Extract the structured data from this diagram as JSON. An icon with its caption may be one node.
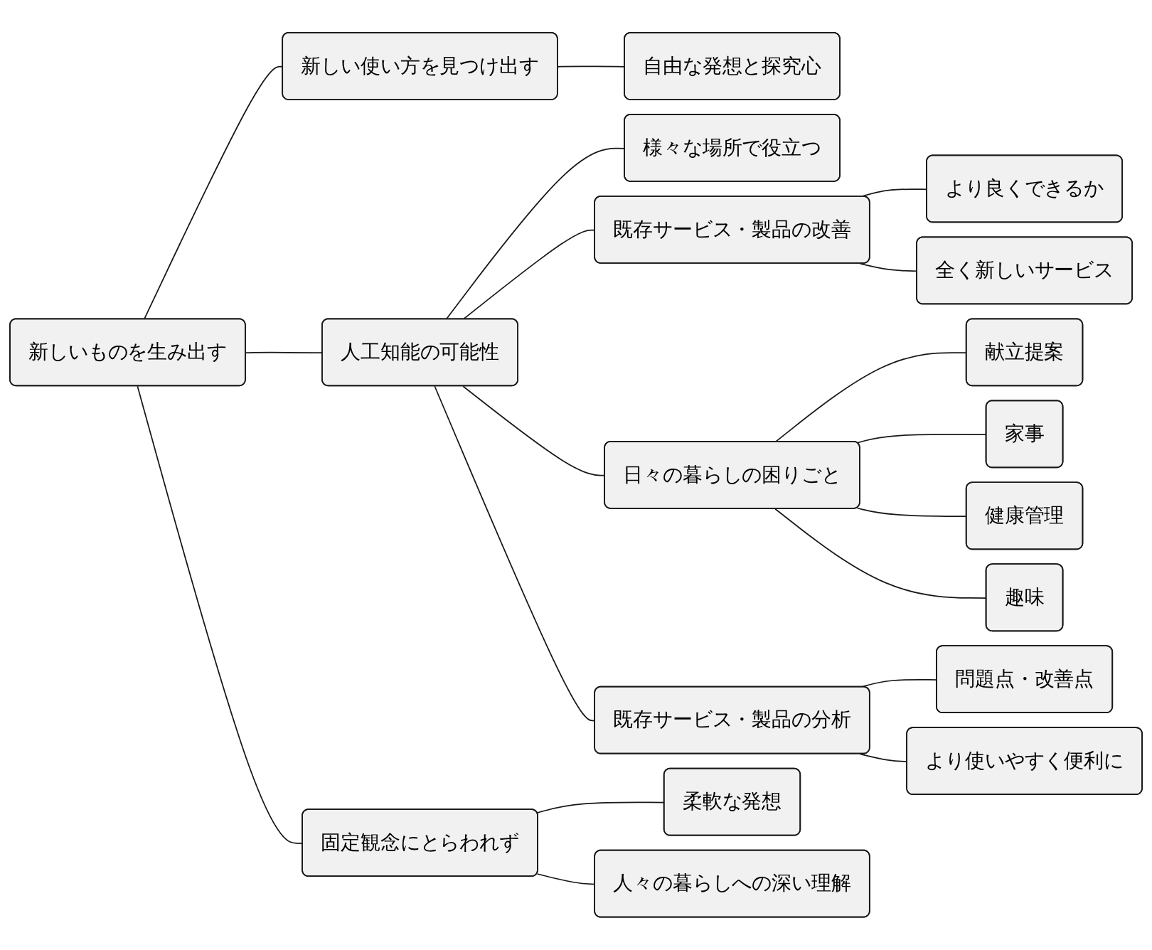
{
  "diagram": {
    "nodes": [
      {
        "text": [
          "新しいものを生み出す"
        ]
      },
      {
        "text": [
          "新しい使い方を見つけ出す"
        ]
      },
      {
        "text": [
          "自由な発想と探究心"
        ]
      },
      {
        "text": [
          "人工知能の可能性"
        ]
      },
      {
        "text": [
          "様々な場所で役立つ"
        ]
      },
      {
        "text": [
          "既存サービス・製品の改善"
        ]
      },
      {
        "text": [
          "より良くできるか"
        ]
      },
      {
        "text": [
          "全く新しいサービス"
        ]
      },
      {
        "text": [
          "日々の暮らしの困りごと"
        ]
      },
      {
        "text": [
          "献立提案"
        ]
      },
      {
        "text": [
          "家事"
        ]
      },
      {
        "text": [
          "健康管理"
        ]
      },
      {
        "text": [
          "趣味"
        ]
      },
      {
        "text": [
          "既存サービス・製品の分析"
        ]
      },
      {
        "text": [
          "問題点・改善点"
        ]
      },
      {
        "text": [
          "より使いやすく便利に"
        ]
      },
      {
        "text": [
          "固定観念にとらわれず"
        ]
      },
      {
        "text": [
          "柔軟な発想"
        ]
      },
      {
        "text": [
          "人々の暮らしへの深い理解"
        ]
      }
    ],
    "edges": [
      {
        "from": 0,
        "to": 1,
        "arrow": "none"
      },
      {
        "from": 1,
        "to": 2,
        "arrow": "none"
      },
      {
        "from": 0,
        "to": 3,
        "arrow": "none"
      },
      {
        "from": 3,
        "to": 4,
        "arrow": "none"
      },
      {
        "from": 3,
        "to": 5,
        "arrow": "none"
      },
      {
        "from": 5,
        "to": 6,
        "arrow": "none"
      },
      {
        "from": 5,
        "to": 7,
        "arrow": "none"
      },
      {
        "from": 3,
        "to": 8,
        "arrow": "none"
      },
      {
        "from": 8,
        "to": 9,
        "arrow": "none"
      },
      {
        "from": 8,
        "to": 10,
        "arrow": "none"
      },
      {
        "from": 8,
        "to": 11,
        "arrow": "none"
      },
      {
        "from": 8,
        "to": 12,
        "arrow": "none"
      },
      {
        "from": 3,
        "to": 13,
        "arrow": "none"
      },
      {
        "from": 13,
        "to": 14,
        "arrow": "none"
      },
      {
        "from": 13,
        "to": 15,
        "arrow": "none"
      },
      {
        "from": 0,
        "to": 16,
        "arrow": "none"
      },
      {
        "from": 16,
        "to": 17,
        "arrow": "none"
      },
      {
        "from": 16,
        "to": 18,
        "arrow": "none"
      }
    ]
  }
}
